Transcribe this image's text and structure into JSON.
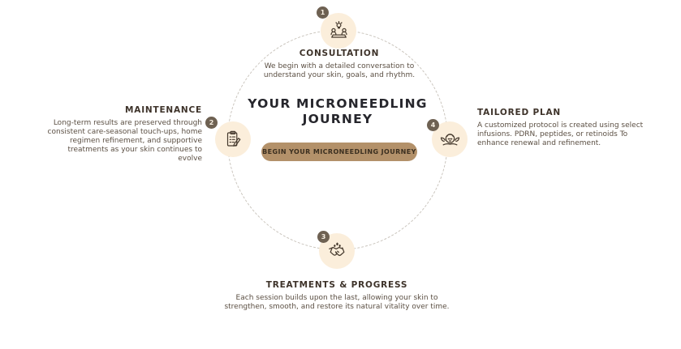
{
  "diagram": {
    "center": {
      "title": "YOUR MICRONEEDLING JOURNEY",
      "cta_label": "BEGIN YOUR MICRONEEDLING JOURNEY"
    },
    "steps": [
      {
        "number": "1",
        "title": "CONSULTATION",
        "description": "We begin with a detailed conversation to understand your skin, goals, and rhythm.",
        "icon": "consultation-meeting-icon",
        "position": "top"
      },
      {
        "number": "2",
        "title": "MAINTENANCE",
        "description": "Long-term results are preserved through consistent care-seasonal touch-ups, home regimen refinement, and supportive treatments as your skin continues to evolve",
        "icon": "clipboard-checklist-icon",
        "position": "left"
      },
      {
        "number": "3",
        "title": "TREATMENTS & PROGRESS",
        "description": "Each session builds upon the last, allowing your skin to strengthen, smooth, and restore its natural vitality over time.",
        "icon": "handshake-icon",
        "position": "bottom"
      },
      {
        "number": "4",
        "title": "TAILORED PLAN",
        "description": "A customized protocol is created using select infusions. PDRN, peptides, or retinoids To enhance renewal and refinement.",
        "icon": "facial-treatment-icon",
        "position": "right"
      }
    ],
    "colors": {
      "icon_circle_bg": "#fbeedb",
      "badge_bg": "#6e6152",
      "badge_text": "#f7efe2",
      "heading_text": "#3e332a",
      "body_text": "#5b4f43",
      "center_title_text": "#26262c",
      "button_bg": "#b3916a",
      "button_text": "#3b2f20",
      "dashed_ring": "#c9c4bc"
    }
  }
}
